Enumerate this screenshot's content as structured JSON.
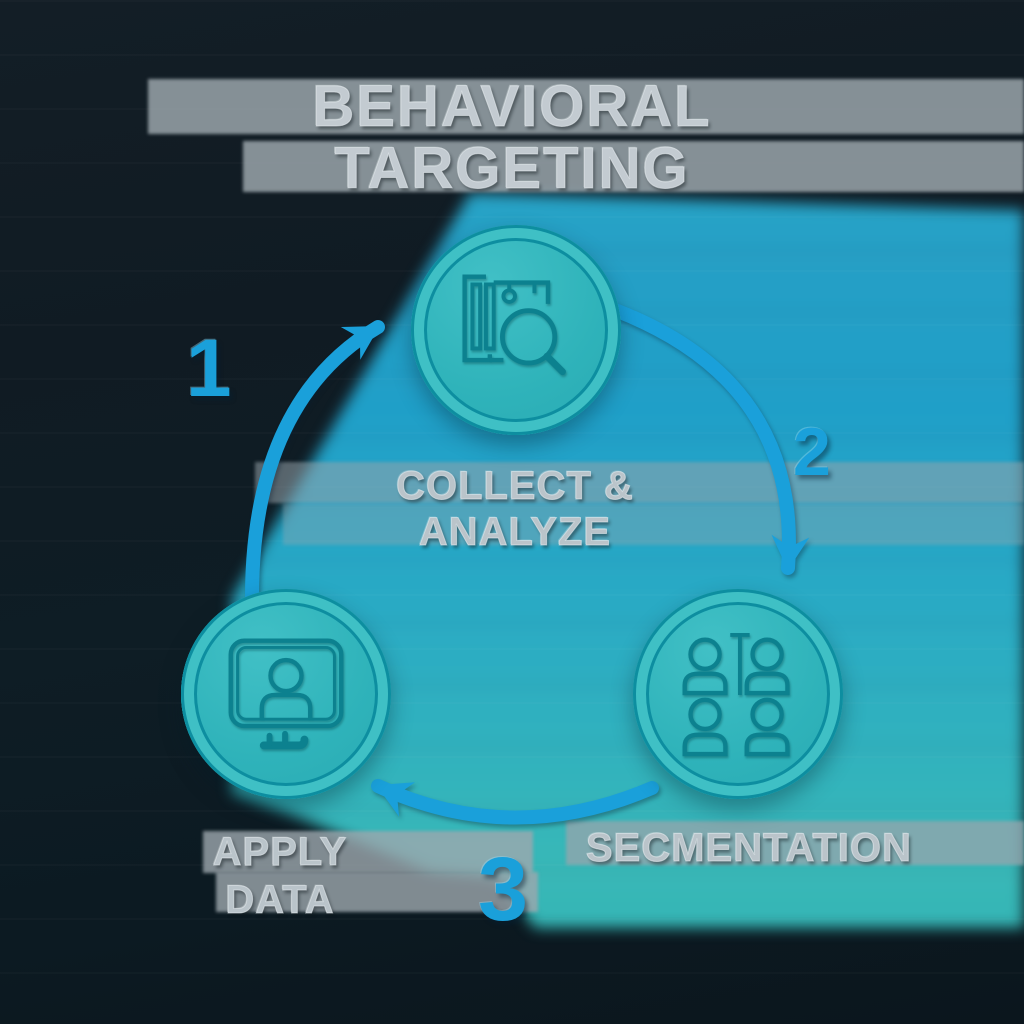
{
  "title": {
    "line1": "BEHAVIORAL",
    "line2": "TARGETING"
  },
  "nodes": [
    {
      "id": "collect-analyze",
      "position": "top",
      "icon": "chart-magnifier-icon",
      "label_lines": [
        "COLLECT &",
        "ANALYZE"
      ]
    },
    {
      "id": "segmentation",
      "position": "bottom-right",
      "icon": "audience-grid-icon",
      "label_lines": [
        "SECMENTATION"
      ]
    },
    {
      "id": "apply-data",
      "position": "bottom-left",
      "icon": "monitor-user-icon",
      "label_lines": [
        "APPLY",
        "DATA"
      ]
    }
  ],
  "arrows": [
    {
      "number": "1",
      "from": "apply-data",
      "to": "collect-analyze"
    },
    {
      "number": "2",
      "from": "collect-analyze",
      "to": "segmentation"
    },
    {
      "number": "3",
      "from": "segmentation",
      "to": "apply-data"
    }
  ],
  "colors": {
    "accent-blue": "#1aa0da",
    "circle-fill": "#2fb3ba",
    "ring-band": "#3fc0c5",
    "ring-line": "#0d8ea0",
    "icon-stroke": "#0c818f",
    "title-gray": "#c3cbd1",
    "label-gray": "#bac4ca",
    "cyan-top": "#2aaac9",
    "cyan-bottom": "#36b6b6",
    "bg-dark": "#101b23"
  }
}
